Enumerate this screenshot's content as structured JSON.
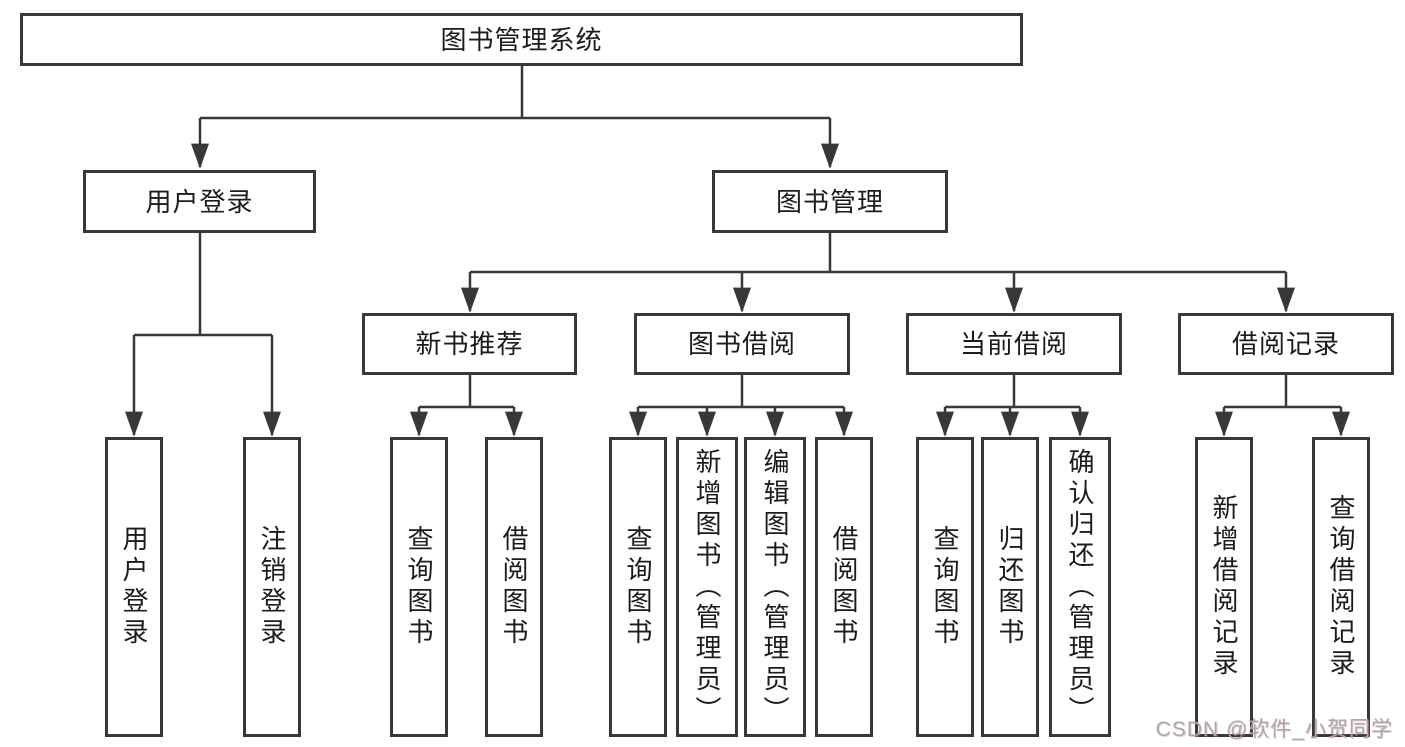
{
  "tree": {
    "label": "图书管理系统",
    "children": [
      {
        "label": "用户登录",
        "children": [
          {
            "label": "用户登录"
          },
          {
            "label": "注销登录"
          }
        ]
      },
      {
        "label": "图书管理",
        "children": [
          {
            "label": "新书推荐",
            "children": [
              {
                "label": "查询图书"
              },
              {
                "label": "借阅图书"
              }
            ]
          },
          {
            "label": "图书借阅",
            "children": [
              {
                "label": "查询图书"
              },
              {
                "label": "新增图书（管理员）"
              },
              {
                "label": "编辑图书（管理员）"
              },
              {
                "label": "借阅图书"
              }
            ]
          },
          {
            "label": "当前借阅",
            "children": [
              {
                "label": "查询图书"
              },
              {
                "label": "归还图书"
              },
              {
                "label": "确认归还（管理员）"
              }
            ]
          },
          {
            "label": "借阅记录",
            "children": [
              {
                "label": "新增借阅记录"
              },
              {
                "label": "查询借阅记录"
              }
            ]
          }
        ]
      }
    ]
  },
  "watermark": "CSDN @软件_小贺同学",
  "colors": {
    "line": "#383838",
    "box_border": "#383838",
    "text": "#1c1c1c",
    "background": "#ffffff",
    "watermark": "#a7a9b1"
  }
}
